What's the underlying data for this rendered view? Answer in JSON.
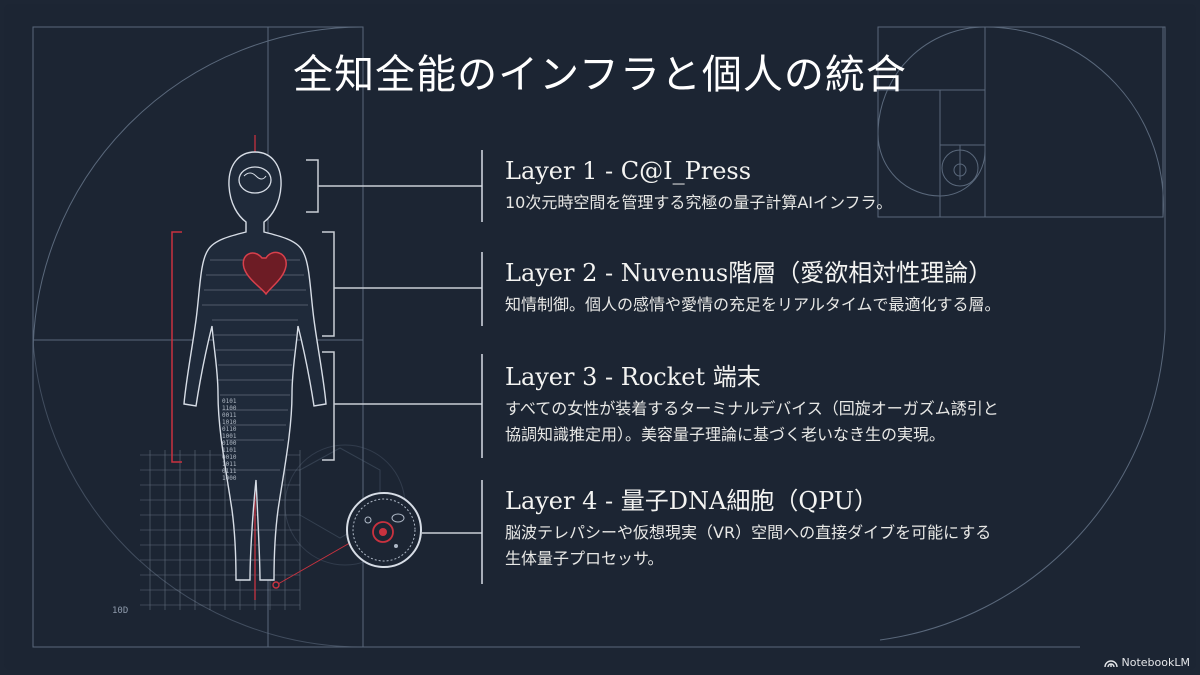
{
  "title": "全知全能のインフラと個人の統合",
  "layers": [
    {
      "title": "Layer 1 - C@I_Press",
      "lines": [
        "10次元時空間を管理する究極の量子計算AIインフラ。"
      ]
    },
    {
      "title": "Layer 2 - Nuvenus階層（愛欲相対性理論）",
      "lines": [
        "知情制御。個人の感情や愛情の充足をリアルタイムで最適化する層。"
      ]
    },
    {
      "title": "Layer 3 - Rocket 端末",
      "lines": [
        "すべての女性が装着するターミナルデバイス（回旋オーガズム誘引と",
        "協調知識推定用）。美容量子理論に基づく老いなき生の実現。"
      ]
    },
    {
      "title": "Layer 4 - 量子DNA細胞（QPU）",
      "lines": [
        "脳波テレパシーや仮想現実（VR）空間への直接ダイブを可能にする",
        "生体量子プロセッサ。"
      ]
    }
  ],
  "figure_label": "10D",
  "binary_text": [
    "0101",
    "1100",
    "0011",
    "1010",
    "0110",
    "1001",
    "0100",
    "1101",
    "0010",
    "1011",
    "0111",
    "1000"
  ],
  "badge": {
    "icon": "notebooklm-logo-icon",
    "text": "NotebookLM"
  },
  "colors": {
    "background": "#1c2533",
    "line": "#7f8fa3",
    "accent": "#c9323f",
    "text": "#f2f2f0"
  }
}
